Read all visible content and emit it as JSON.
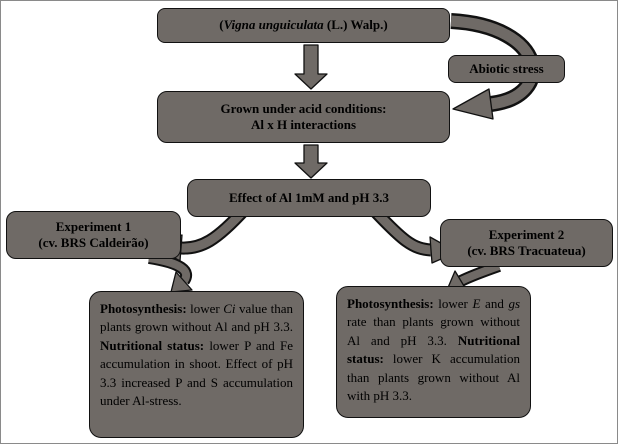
{
  "colors": {
    "box_fill": "#6f6a66",
    "box_border": "#111111",
    "arrow_fill": "#6f6a66",
    "arrow_outline": "#111111"
  },
  "boxes": {
    "species": {
      "open": "(",
      "italic": "Vigna unguiculata",
      "rest": " (L.) Walp.)"
    },
    "abiotic_stress": "Abiotic stress",
    "acid": {
      "line1": "Grown under acid conditions:",
      "line2": "Al x H interactions"
    },
    "effect": "Effect of Al 1mM and pH 3.3",
    "experiment1": {
      "line1": "Experiment 1",
      "line2": "(cv. BRS Caldeirão)"
    },
    "experiment2": {
      "line1": "Experiment 2",
      "line2": "(cv. BRS Tracuateua)"
    }
  },
  "results": {
    "left": {
      "photo_label": "Photosynthesis:",
      "photo_pre": " lower ",
      "photo_italic": "Ci",
      "photo_post": " value than plants grown without Al and pH 3.3. ",
      "nutri_label": "Nutritional status:",
      "nutri_text": " lower P and Fe accumulation in shoot. Effect of pH 3.3 increased P and S accumulation under Al-stress."
    },
    "right": {
      "photo_label": "Photosynthesis:",
      "photo_pre": " lower ",
      "photo_italic1": "E",
      "photo_mid": " and ",
      "photo_italic2": "gs",
      "photo_post": " rate than plants grown without Al and pH 3.3. ",
      "nutri_label": "Nutritional status:",
      "nutri_text": " lower K accumulation than plants grown without Al with pH 3.3."
    }
  }
}
